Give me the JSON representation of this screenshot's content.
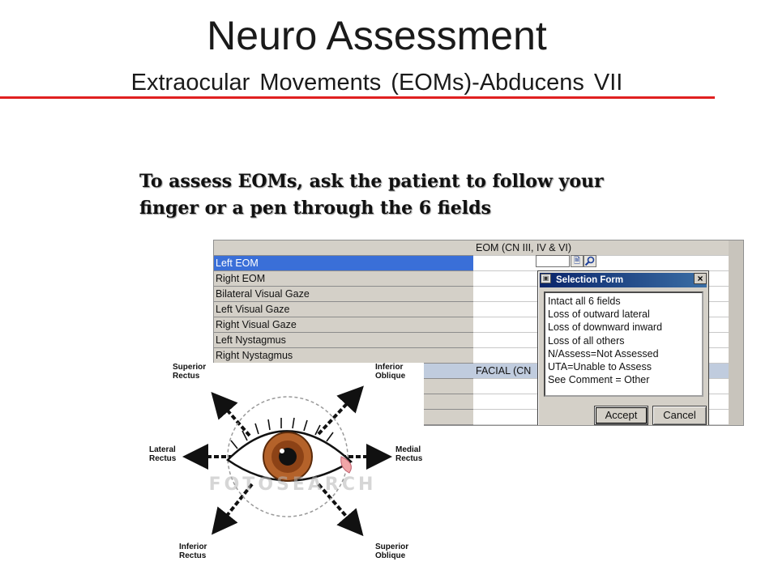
{
  "slide": {
    "title": "Neuro Assessment",
    "subtitle": "Extraocular Movements (EOMs)-Abducens VII",
    "instruction_line1": "To assess EOMs, ask the patient to follow your",
    "instruction_line2": "finger or a pen through the 6 fields",
    "rule_color": "#e02020"
  },
  "ehr": {
    "rows": [
      {
        "label": "Left EOM",
        "selected": true
      },
      {
        "label": "Right EOM"
      },
      {
        "label": "Bilateral Visual Gaze"
      },
      {
        "label": "Left Visual Gaze"
      },
      {
        "label": "Right Visual Gaze"
      },
      {
        "label": "Left Nystagmus"
      },
      {
        "label": "Right Nystagmus"
      }
    ],
    "column_header": "EOM (CN III, IV & VI)",
    "section_header": "FACIAL (CN",
    "selection_color": "#3a6fd8",
    "icons": [
      "document-icon",
      "search-icon"
    ]
  },
  "dialog": {
    "title": "Selection Form",
    "options": [
      "Intact all 6 fields",
      "Loss of outward lateral",
      "Loss of downward inward",
      "Loss of all others",
      "N/Assess=Not Assessed",
      "UTA=Unable to Assess",
      "See Comment = Other"
    ],
    "accept_label": "Accept",
    "cancel_label": "Cancel",
    "close_label": "×"
  },
  "eye_diagram": {
    "labels": {
      "superior_rectus": [
        "Superior",
        "Rectus"
      ],
      "inferior_oblique": [
        "Inferior",
        "Oblique"
      ],
      "lateral_rectus": [
        "Lateral",
        "Rectus"
      ],
      "medial_rectus": [
        "Medial",
        "Rectus"
      ],
      "inferior_rectus": [
        "Inferior",
        "Rectus"
      ],
      "superior_oblique": [
        "Superior",
        "Oblique"
      ]
    },
    "watermark": "FOTOSEARCH",
    "iris_color": "#b4622a"
  }
}
